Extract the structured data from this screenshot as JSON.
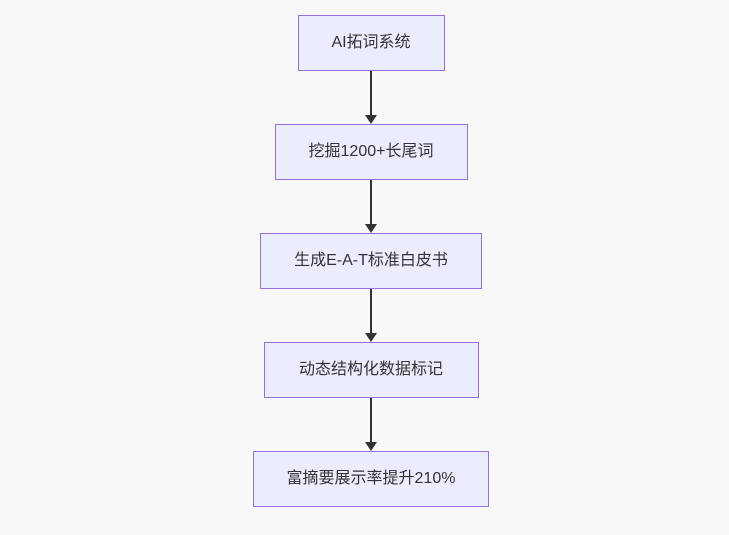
{
  "flowchart": {
    "type": "vertical-flow",
    "nodes": [
      {
        "id": "step-1",
        "label": "AI拓词系统"
      },
      {
        "id": "step-2",
        "label": "挖掘1200+长尾词"
      },
      {
        "id": "step-3",
        "label": "生成E-A-T标准白皮书"
      },
      {
        "id": "step-4",
        "label": "动态结构化数据标记"
      },
      {
        "id": "step-5",
        "label": "富摘要展示率提升210%"
      }
    ],
    "edges": [
      {
        "from": "step-1",
        "to": "step-2",
        "direction": "down"
      },
      {
        "from": "step-2",
        "to": "step-3",
        "direction": "down"
      },
      {
        "from": "step-3",
        "to": "step-4",
        "direction": "down"
      },
      {
        "from": "step-4",
        "to": "step-5",
        "direction": "down"
      }
    ],
    "colors": {
      "background": "#f8f8f8",
      "node_fill": "#ececff",
      "node_border": "#9370db",
      "node_text": "#333333",
      "arrow": "#333333"
    }
  }
}
